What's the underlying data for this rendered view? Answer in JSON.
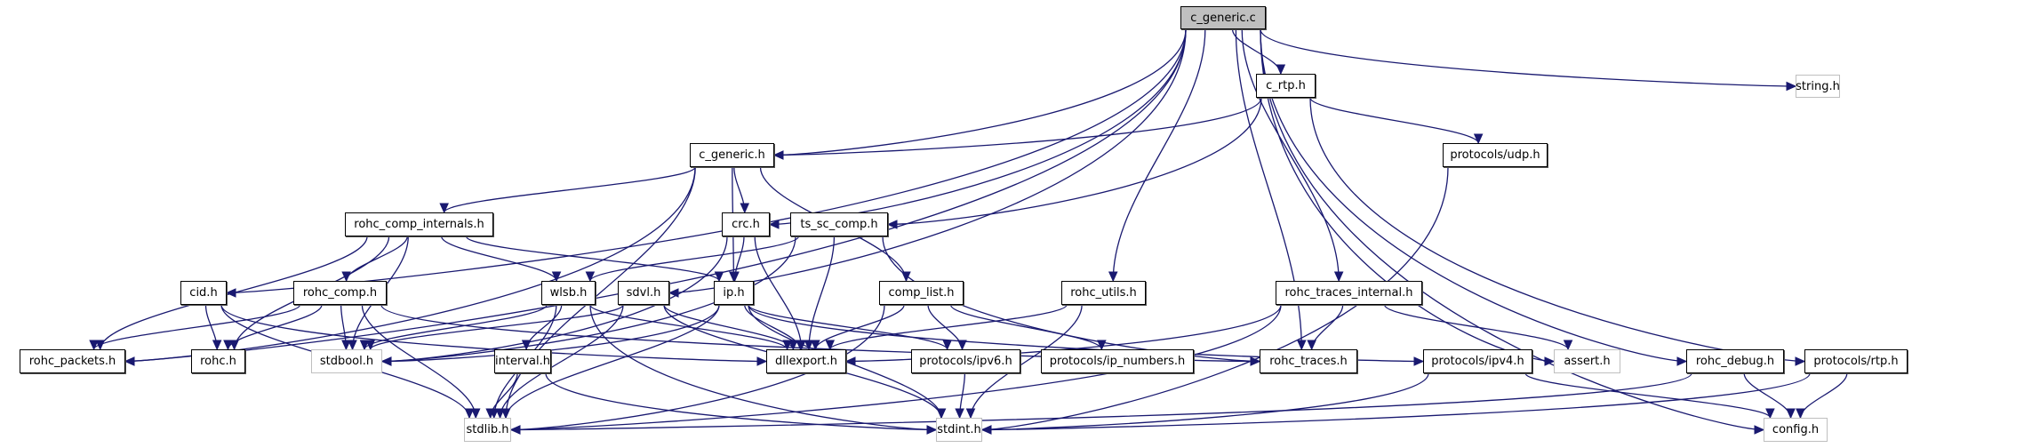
{
  "title": "c_generic.c include dependency graph",
  "colors": {
    "edge": "#191970",
    "root_fill": "#bfbfbf",
    "node_border": "#000000",
    "system_border": "#bfbfbf"
  },
  "nodes": [
    {
      "id": "c_generic_c",
      "label": "c_generic.c",
      "kind": "root"
    },
    {
      "id": "c_rtp_h",
      "label": "c_rtp.h",
      "kind": "local"
    },
    {
      "id": "string_h",
      "label": "string.h",
      "kind": "system"
    },
    {
      "id": "c_generic_h",
      "label": "c_generic.h",
      "kind": "local"
    },
    {
      "id": "protocols_udp_h",
      "label": "protocols/udp.h",
      "kind": "local"
    },
    {
      "id": "rohc_comp_internals_h",
      "label": "rohc_comp_internals.h",
      "kind": "local"
    },
    {
      "id": "crc_h",
      "label": "crc.h",
      "kind": "local"
    },
    {
      "id": "ts_sc_comp_h",
      "label": "ts_sc_comp.h",
      "kind": "local"
    },
    {
      "id": "cid_h",
      "label": "cid.h",
      "kind": "local"
    },
    {
      "id": "rohc_comp_h",
      "label": "rohc_comp.h",
      "kind": "local"
    },
    {
      "id": "wlsb_h",
      "label": "wlsb.h",
      "kind": "local"
    },
    {
      "id": "sdvl_h",
      "label": "sdvl.h",
      "kind": "local"
    },
    {
      "id": "ip_h",
      "label": "ip.h",
      "kind": "local"
    },
    {
      "id": "comp_list_h",
      "label": "comp_list.h",
      "kind": "local"
    },
    {
      "id": "rohc_utils_h",
      "label": "rohc_utils.h",
      "kind": "local"
    },
    {
      "id": "rohc_traces_internal_h",
      "label": "rohc_traces_internal.h",
      "kind": "local"
    },
    {
      "id": "rohc_packets_h",
      "label": "rohc_packets.h",
      "kind": "local"
    },
    {
      "id": "rohc_h",
      "label": "rohc.h",
      "kind": "local"
    },
    {
      "id": "stdbool_h",
      "label": "stdbool.h",
      "kind": "system"
    },
    {
      "id": "interval_h",
      "label": "interval.h",
      "kind": "local"
    },
    {
      "id": "dllexport_h",
      "label": "dllexport.h",
      "kind": "local"
    },
    {
      "id": "protocols_ipv6_h",
      "label": "protocols/ipv6.h",
      "kind": "local"
    },
    {
      "id": "protocols_ip_numbers_h",
      "label": "protocols/ip_numbers.h",
      "kind": "local"
    },
    {
      "id": "rohc_traces_h",
      "label": "rohc_traces.h",
      "kind": "local"
    },
    {
      "id": "protocols_ipv4_h",
      "label": "protocols/ipv4.h",
      "kind": "local"
    },
    {
      "id": "assert_h",
      "label": "assert.h",
      "kind": "system"
    },
    {
      "id": "rohc_debug_h",
      "label": "rohc_debug.h",
      "kind": "local"
    },
    {
      "id": "protocols_rtp_h",
      "label": "protocols/rtp.h",
      "kind": "local"
    },
    {
      "id": "stdlib_h",
      "label": "stdlib.h",
      "kind": "system"
    },
    {
      "id": "stdint_h",
      "label": "stdint.h",
      "kind": "system"
    },
    {
      "id": "config_h",
      "label": "config.h",
      "kind": "system"
    }
  ],
  "edges": [
    [
      "c_generic_c",
      "c_rtp_h"
    ],
    [
      "c_generic_c",
      "string_h"
    ],
    [
      "c_generic_c",
      "c_generic_h"
    ],
    [
      "c_generic_c",
      "crc_h"
    ],
    [
      "c_generic_c",
      "cid_h"
    ],
    [
      "c_generic_c",
      "sdvl_h"
    ],
    [
      "c_generic_c",
      "rohc_packets_h"
    ],
    [
      "c_generic_c",
      "rohc_utils_h"
    ],
    [
      "c_generic_c",
      "rohc_traces_internal_h"
    ],
    [
      "c_generic_c",
      "rohc_traces_h"
    ],
    [
      "c_generic_c",
      "assert_h"
    ],
    [
      "c_generic_c",
      "rohc_debug_h"
    ],
    [
      "c_generic_c",
      "config_h"
    ],
    [
      "c_rtp_h",
      "c_generic_h"
    ],
    [
      "c_rtp_h",
      "protocols_udp_h"
    ],
    [
      "c_rtp_h",
      "ts_sc_comp_h"
    ],
    [
      "c_rtp_h",
      "protocols_rtp_h"
    ],
    [
      "c_generic_h",
      "rohc_comp_internals_h"
    ],
    [
      "c_generic_h",
      "crc_h"
    ],
    [
      "c_generic_h",
      "ip_h"
    ],
    [
      "c_generic_h",
      "comp_list_h"
    ],
    [
      "c_generic_h",
      "rohc_packets_h"
    ],
    [
      "c_generic_h",
      "stdlib_h"
    ],
    [
      "protocols_udp_h",
      "stdint_h"
    ],
    [
      "rohc_comp_internals_h",
      "rohc_comp_h"
    ],
    [
      "rohc_comp_internals_h",
      "wlsb_h"
    ],
    [
      "rohc_comp_internals_h",
      "ip_h"
    ],
    [
      "rohc_comp_internals_h",
      "rohc_packets_h"
    ],
    [
      "rohc_comp_internals_h",
      "rohc_h"
    ],
    [
      "rohc_comp_internals_h",
      "stdbool_h"
    ],
    [
      "crc_h",
      "ip_h"
    ],
    [
      "crc_h",
      "dllexport_h"
    ],
    [
      "crc_h",
      "stdbool_h"
    ],
    [
      "ts_sc_comp_h",
      "wlsb_h"
    ],
    [
      "ts_sc_comp_h",
      "dllexport_h"
    ],
    [
      "ts_sc_comp_h",
      "rohc_traces_h"
    ],
    [
      "ts_sc_comp_h",
      "stdbool_h"
    ],
    [
      "cid_h",
      "rohc_h"
    ],
    [
      "cid_h",
      "dllexport_h"
    ],
    [
      "cid_h",
      "stdlib_h"
    ],
    [
      "rohc_comp_h",
      "rohc_packets_h"
    ],
    [
      "rohc_comp_h",
      "rohc_h"
    ],
    [
      "rohc_comp_h",
      "stdbool_h"
    ],
    [
      "rohc_comp_h",
      "rohc_traces_h"
    ],
    [
      "rohc_comp_h",
      "stdlib_h"
    ],
    [
      "wlsb_h",
      "interval_h"
    ],
    [
      "wlsb_h",
      "dllexport_h"
    ],
    [
      "wlsb_h",
      "stdbool_h"
    ],
    [
      "wlsb_h",
      "stdlib_h"
    ],
    [
      "wlsb_h",
      "stdint_h"
    ],
    [
      "sdvl_h",
      "dllexport_h"
    ],
    [
      "sdvl_h",
      "stdbool_h"
    ],
    [
      "sdvl_h",
      "stdint_h"
    ],
    [
      "sdvl_h",
      "stdlib_h"
    ],
    [
      "ip_h",
      "dllexport_h"
    ],
    [
      "ip_h",
      "protocols_ipv6_h"
    ],
    [
      "ip_h",
      "protocols_ipv4_h"
    ],
    [
      "ip_h",
      "stdbool_h"
    ],
    [
      "ip_h",
      "stdlib_h"
    ],
    [
      "ip_h",
      "stdint_h"
    ],
    [
      "comp_list_h",
      "dllexport_h"
    ],
    [
      "comp_list_h",
      "protocols_ipv6_h"
    ],
    [
      "comp_list_h",
      "protocols_ip_numbers_h"
    ],
    [
      "comp_list_h",
      "stdlib_h"
    ],
    [
      "rohc_utils_h",
      "dllexport_h"
    ],
    [
      "rohc_utils_h",
      "stdint_h"
    ],
    [
      "rohc_traces_internal_h",
      "rohc_traces_h"
    ],
    [
      "rohc_traces_internal_h",
      "dllexport_h"
    ],
    [
      "rohc_traces_internal_h",
      "assert_h"
    ],
    [
      "rohc_traces_internal_h",
      "stdlib_h"
    ],
    [
      "interval_h",
      "stdlib_h"
    ],
    [
      "interval_h",
      "stdint_h"
    ],
    [
      "protocols_ipv6_h",
      "stdint_h"
    ],
    [
      "protocols_ipv4_h",
      "stdint_h"
    ],
    [
      "protocols_ipv4_h",
      "config_h"
    ],
    [
      "rohc_debug_h",
      "config_h"
    ],
    [
      "rohc_debug_h",
      "stdlib_h"
    ],
    [
      "protocols_rtp_h",
      "config_h"
    ],
    [
      "protocols_rtp_h",
      "stdint_h"
    ]
  ]
}
